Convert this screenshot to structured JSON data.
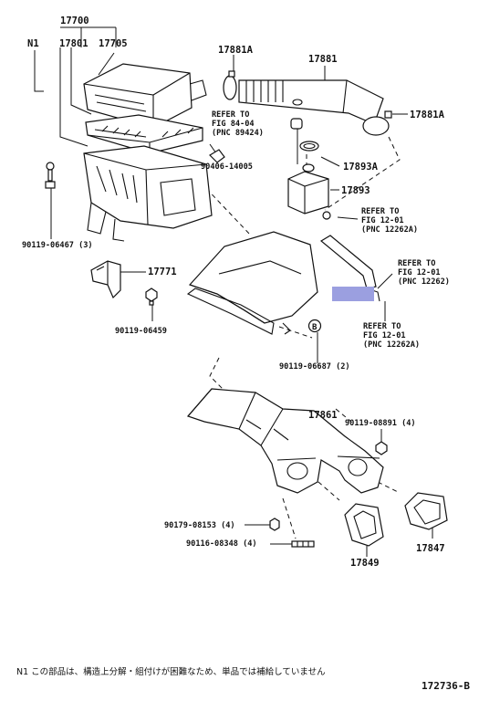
{
  "diagram": {
    "parts": {
      "p17700": "17700",
      "n1": "N1",
      "p17801": "17801",
      "p17705": "17705",
      "p17881A_top": "17881A",
      "p17881": "17881",
      "p17881A_right": "17881A",
      "p90406": "90406-14005",
      "p17893A": "17893A",
      "p17893": "17893",
      "p90119_06467": "90119-06467 (3)",
      "p17771": "17771",
      "p90119_06459": "90119-06459",
      "p90119_06687": "90119-06687 (2)",
      "p90119_08891": "90119-08891 (4)",
      "p17861": "17861",
      "p90179_08153": "90179-08153 (4)",
      "p90116_08348": "90116-08348 (4)",
      "p17849": "17849",
      "p17847": "17847"
    },
    "refs": {
      "r1_l1": "REFER TO",
      "r1_l2": "FIG 84-04",
      "r1_l3": "(PNC 89424)",
      "r2_l1": "REFER TO",
      "r2_l2": "FIG 12-01",
      "r2_l3": "(PNC 12262A)",
      "r3_l1": "REFER TO",
      "r3_l2": "FIG 12-01",
      "r3_l3": "(PNC 12262)",
      "r4_l1": "REFER TO",
      "r4_l2": "FIG 12-01",
      "r4_l3": "(PNC 12262A)"
    },
    "marker": "B",
    "highlight_color": "#9b9fe0"
  },
  "footnote": "N1 この部品は、構造上分解・組付けが困難なため、単品では補給していません",
  "diagram_id": "172736-B"
}
